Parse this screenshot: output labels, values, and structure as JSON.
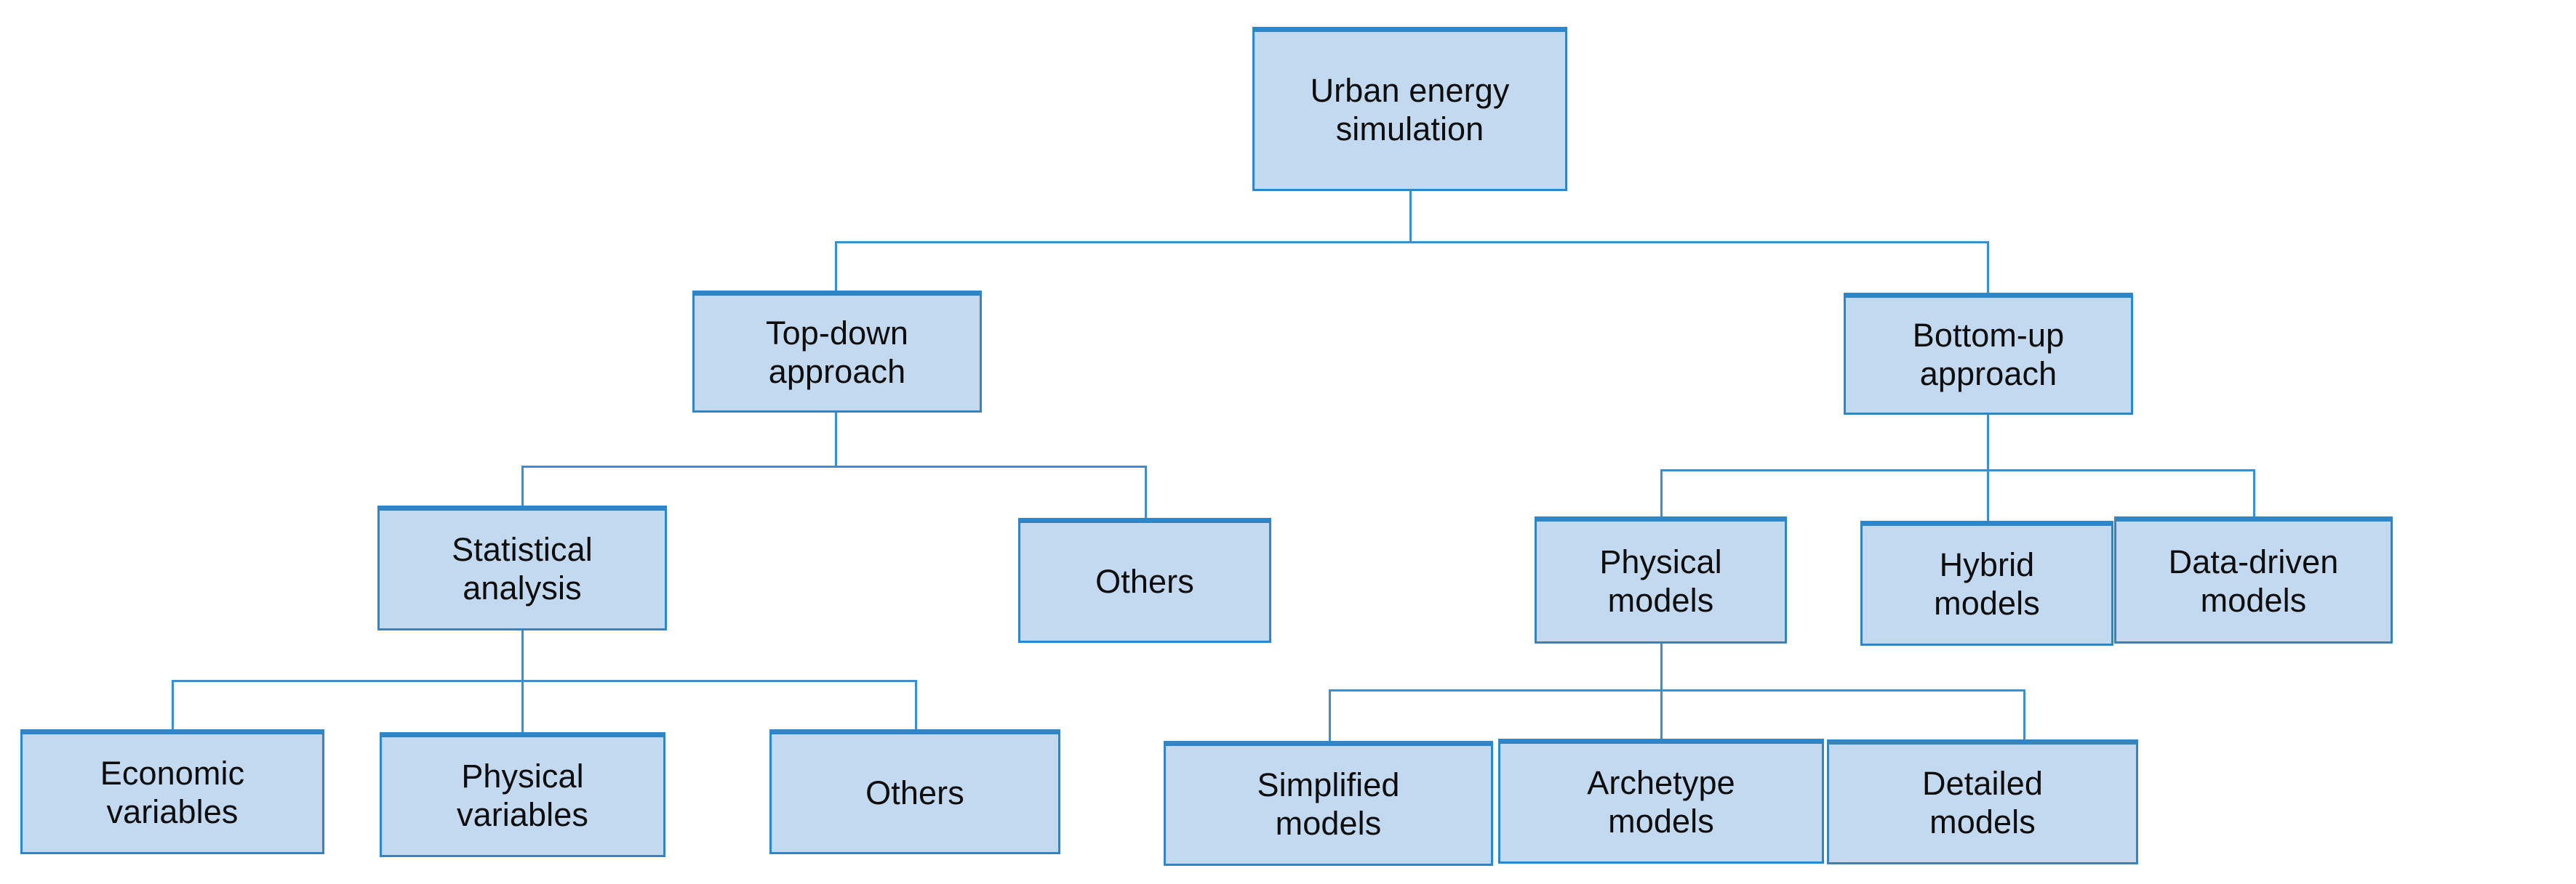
{
  "diagram": {
    "type": "tree",
    "title": "Urban energy simulation classification",
    "colors": {
      "node_fill": "#c3d9f0",
      "node_border": "#2e86c8",
      "connector": "#3b8fd0",
      "text": "#0d0d0d",
      "background": "#ffffff"
    },
    "levels": 4,
    "nodes": {
      "root": {
        "label": "Urban energy\nsimulation",
        "level": 0
      },
      "top_down": {
        "label": "Top-down\napproach",
        "level": 1
      },
      "bottom_up": {
        "label": "Bottom-up\napproach",
        "level": 1
      },
      "statistical_analysis": {
        "label": "Statistical\nanalysis",
        "level": 2
      },
      "others_top_down": {
        "label": "Others",
        "level": 2
      },
      "physical_models": {
        "label": "Physical\nmodels",
        "level": 2
      },
      "hybrid_models": {
        "label": "Hybrid\nmodels",
        "level": 2
      },
      "data_driven_models": {
        "label": "Data-driven\nmodels",
        "level": 2
      },
      "economic_variables": {
        "label": "Economic\nvariables",
        "level": 3
      },
      "physical_variables": {
        "label": "Physical\nvariables",
        "level": 3
      },
      "others_statistical": {
        "label": "Others",
        "level": 3
      },
      "simplified_models": {
        "label": "Simplified\nmodels",
        "level": 3
      },
      "archetype_models": {
        "label": "Archetype\nmodels",
        "level": 3
      },
      "detailed_models": {
        "label": "Detailed\nmodels",
        "level": 3
      }
    },
    "edges": [
      {
        "from": "root",
        "to": "top_down"
      },
      {
        "from": "root",
        "to": "bottom_up"
      },
      {
        "from": "top_down",
        "to": "statistical_analysis"
      },
      {
        "from": "top_down",
        "to": "others_top_down"
      },
      {
        "from": "bottom_up",
        "to": "physical_models"
      },
      {
        "from": "bottom_up",
        "to": "hybrid_models"
      },
      {
        "from": "bottom_up",
        "to": "data_driven_models"
      },
      {
        "from": "statistical_analysis",
        "to": "economic_variables"
      },
      {
        "from": "statistical_analysis",
        "to": "physical_variables"
      },
      {
        "from": "statistical_analysis",
        "to": "others_statistical"
      },
      {
        "from": "physical_models",
        "to": "simplified_models"
      },
      {
        "from": "physical_models",
        "to": "archetype_models"
      },
      {
        "from": "physical_models",
        "to": "detailed_models"
      }
    ]
  }
}
